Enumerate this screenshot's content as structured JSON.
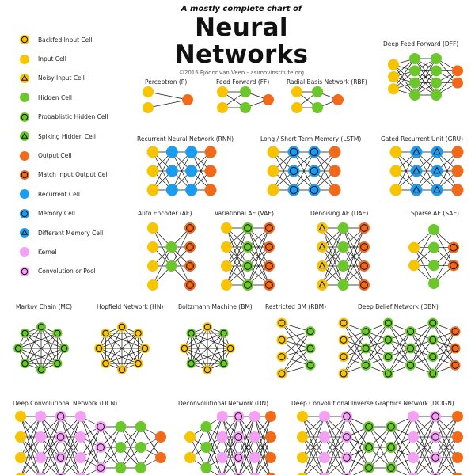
{
  "header": {
    "subtitle": "A mostly complete chart of",
    "title": "Neural Networks",
    "credit": "©2016 Fjodor van Veen - asimovinstitute.org"
  },
  "colors": {
    "input": "#f8c400",
    "hidden": "#6cc72b",
    "output": "#f06a1a",
    "recurrent": "#1a9cf0",
    "kernel": "#f4a0f4",
    "edge": "#111111",
    "ring": "#111111"
  },
  "legend": [
    {
      "label": "Backfed Input Cell",
      "cell": "backfed"
    },
    {
      "label": "Input Cell",
      "cell": "input"
    },
    {
      "label": "Noisy Input Cell",
      "cell": "noisy"
    },
    {
      "label": "Hidden Cell",
      "cell": "hidden"
    },
    {
      "label": "Probablistic Hidden Cell",
      "cell": "probhidden"
    },
    {
      "label": "Spiking Hidden Cell",
      "cell": "spiking"
    },
    {
      "label": "Output Cell",
      "cell": "output"
    },
    {
      "label": "Match Input Output Cell",
      "cell": "match"
    },
    {
      "label": "Recurrent Cell",
      "cell": "recurrent"
    },
    {
      "label": "Memory Cell",
      "cell": "memory"
    },
    {
      "label": "Different Memory Cell",
      "cell": "diffmemory"
    },
    {
      "label": "Kernel",
      "cell": "kernel"
    },
    {
      "label": "Convolution or Pool",
      "cell": "conv"
    }
  ],
  "networks": [
    {
      "name": "Perceptron (P)",
      "kind": "layers",
      "layers": [
        [
          "input",
          "input"
        ],
        [
          "output"
        ]
      ]
    },
    {
      "name": "Feed Forward (FF)",
      "kind": "layers",
      "layers": [
        [
          "input",
          "input"
        ],
        [
          "hidden",
          "hidden"
        ],
        [
          "output"
        ]
      ]
    },
    {
      "name": "Radial Basis Network (RBF)",
      "kind": "layers",
      "layers": [
        [
          "input",
          "input"
        ],
        [
          "hidden",
          "hidden"
        ],
        [
          "output"
        ]
      ]
    },
    {
      "name": "Deep Feed Forward (DFF)",
      "kind": "layers",
      "layers": [
        [
          "input",
          "input",
          "input"
        ],
        [
          "hidden",
          "hidden",
          "hidden",
          "hidden"
        ],
        [
          "hidden",
          "hidden",
          "hidden",
          "hidden"
        ],
        [
          "output",
          "output"
        ]
      ]
    },
    {
      "name": "Recurrent Neural Network (RNN)",
      "kind": "layers",
      "layers": [
        [
          "input",
          "input",
          "input"
        ],
        [
          "recurrent",
          "recurrent",
          "recurrent"
        ],
        [
          "recurrent",
          "recurrent",
          "recurrent"
        ],
        [
          "output",
          "output",
          "output"
        ]
      ]
    },
    {
      "name": "Long / Short Term Memory (LSTM)",
      "kind": "layers",
      "layers": [
        [
          "input",
          "input",
          "input"
        ],
        [
          "memory",
          "memory",
          "memory"
        ],
        [
          "memory",
          "memory",
          "memory"
        ],
        [
          "output",
          "output",
          "output"
        ]
      ]
    },
    {
      "name": "Gated Recurrent Unit (GRU)",
      "kind": "layers",
      "layers": [
        [
          "input",
          "input",
          "input"
        ],
        [
          "diffmemory",
          "diffmemory",
          "diffmemory"
        ],
        [
          "diffmemory",
          "diffmemory",
          "diffmemory"
        ],
        [
          "output",
          "output",
          "output"
        ]
      ]
    },
    {
      "name": "Auto Encoder (AE)",
      "kind": "layers",
      "layers": [
        [
          "input",
          "input",
          "input",
          "input"
        ],
        [
          "hidden",
          "hidden"
        ],
        [
          "match",
          "match",
          "match",
          "match"
        ]
      ]
    },
    {
      "name": "Variational AE (VAE)",
      "kind": "layers",
      "layers": [
        [
          "input",
          "input",
          "input",
          "input"
        ],
        [
          "probhidden",
          "probhidden",
          "probhidden",
          "probhidden"
        ],
        [
          "match",
          "match",
          "match",
          "match"
        ]
      ]
    },
    {
      "name": "Denoising AE (DAE)",
      "kind": "layers",
      "layers": [
        [
          "noisy",
          "noisy",
          "noisy",
          "noisy"
        ],
        [
          "hidden",
          "hidden",
          "hidden",
          "hidden"
        ],
        [
          "match",
          "match",
          "match",
          "match"
        ]
      ]
    },
    {
      "name": "Sparse AE (SAE)",
      "kind": "layers",
      "layers": [
        [
          "input",
          "input"
        ],
        [
          "hidden",
          "hidden",
          "hidden",
          "hidden"
        ],
        [
          "match",
          "match"
        ]
      ]
    },
    {
      "name": "Markov Chain (MC)",
      "kind": "ring",
      "cell": "probhidden"
    },
    {
      "name": "Hopfield Network (HN)",
      "kind": "ring",
      "cell": "backfed"
    },
    {
      "name": "Boltzmann Machine (BM)",
      "kind": "ring",
      "cell": "bm"
    },
    {
      "name": "Restricted BM (RBM)",
      "kind": "layers",
      "layers": [
        [
          "backfed",
          "backfed",
          "backfed",
          "backfed"
        ],
        [
          "probhidden",
          "probhidden",
          "probhidden"
        ]
      ]
    },
    {
      "name": "Deep Belief Network (DBN)",
      "kind": "layers",
      "layers": [
        [
          "backfed",
          "backfed",
          "backfed",
          "backfed"
        ],
        [
          "probhidden",
          "probhidden",
          "probhidden"
        ],
        [
          "probhidden",
          "probhidden",
          "probhidden",
          "probhidden"
        ],
        [
          "probhidden",
          "probhidden",
          "probhidden"
        ],
        [
          "probhidden",
          "probhidden",
          "probhidden",
          "probhidden"
        ],
        [
          "match",
          "match",
          "match"
        ]
      ]
    },
    {
      "name": "Deep Convolutional Network (DCN)",
      "kind": "layers",
      "layers": [
        [
          "input",
          "input",
          "input",
          "input"
        ],
        [
          "kernel",
          "kernel",
          "kernel",
          "kernel"
        ],
        [
          "conv",
          "conv",
          "conv",
          "conv"
        ],
        [
          "kernel",
          "kernel",
          "kernel",
          "kernel"
        ],
        [
          "conv",
          "conv",
          "conv"
        ],
        [
          "hidden",
          "hidden",
          "hidden"
        ],
        [
          "hidden",
          "hidden",
          "hidden"
        ],
        [
          "output",
          "output"
        ]
      ]
    },
    {
      "name": "Deconvolutional Network (DN)",
      "kind": "layers",
      "layers": [
        [
          "input",
          "input"
        ],
        [
          "hidden",
          "hidden",
          "hidden"
        ],
        [
          "kernel",
          "kernel",
          "kernel",
          "kernel"
        ],
        [
          "conv",
          "conv",
          "conv",
          "conv"
        ],
        [
          "kernel",
          "kernel",
          "kernel",
          "kernel"
        ],
        [
          "output",
          "output",
          "output",
          "output"
        ]
      ]
    },
    {
      "name": "Deep Convolutional Inverse Graphics Network (DCIGN)",
      "kind": "layers",
      "layers": [
        [
          "input",
          "input",
          "input",
          "input"
        ],
        [
          "kernel",
          "kernel",
          "kernel",
          "kernel"
        ],
        [
          "conv",
          "conv",
          "conv",
          "conv"
        ],
        [
          "probhidden",
          "probhidden",
          "probhidden"
        ],
        [
          "probhidden",
          "probhidden",
          "probhidden"
        ],
        [
          "kernel",
          "kernel",
          "kernel",
          "kernel"
        ],
        [
          "conv",
          "conv",
          "conv",
          "conv"
        ],
        [
          "output",
          "output",
          "output",
          "output"
        ]
      ]
    }
  ]
}
